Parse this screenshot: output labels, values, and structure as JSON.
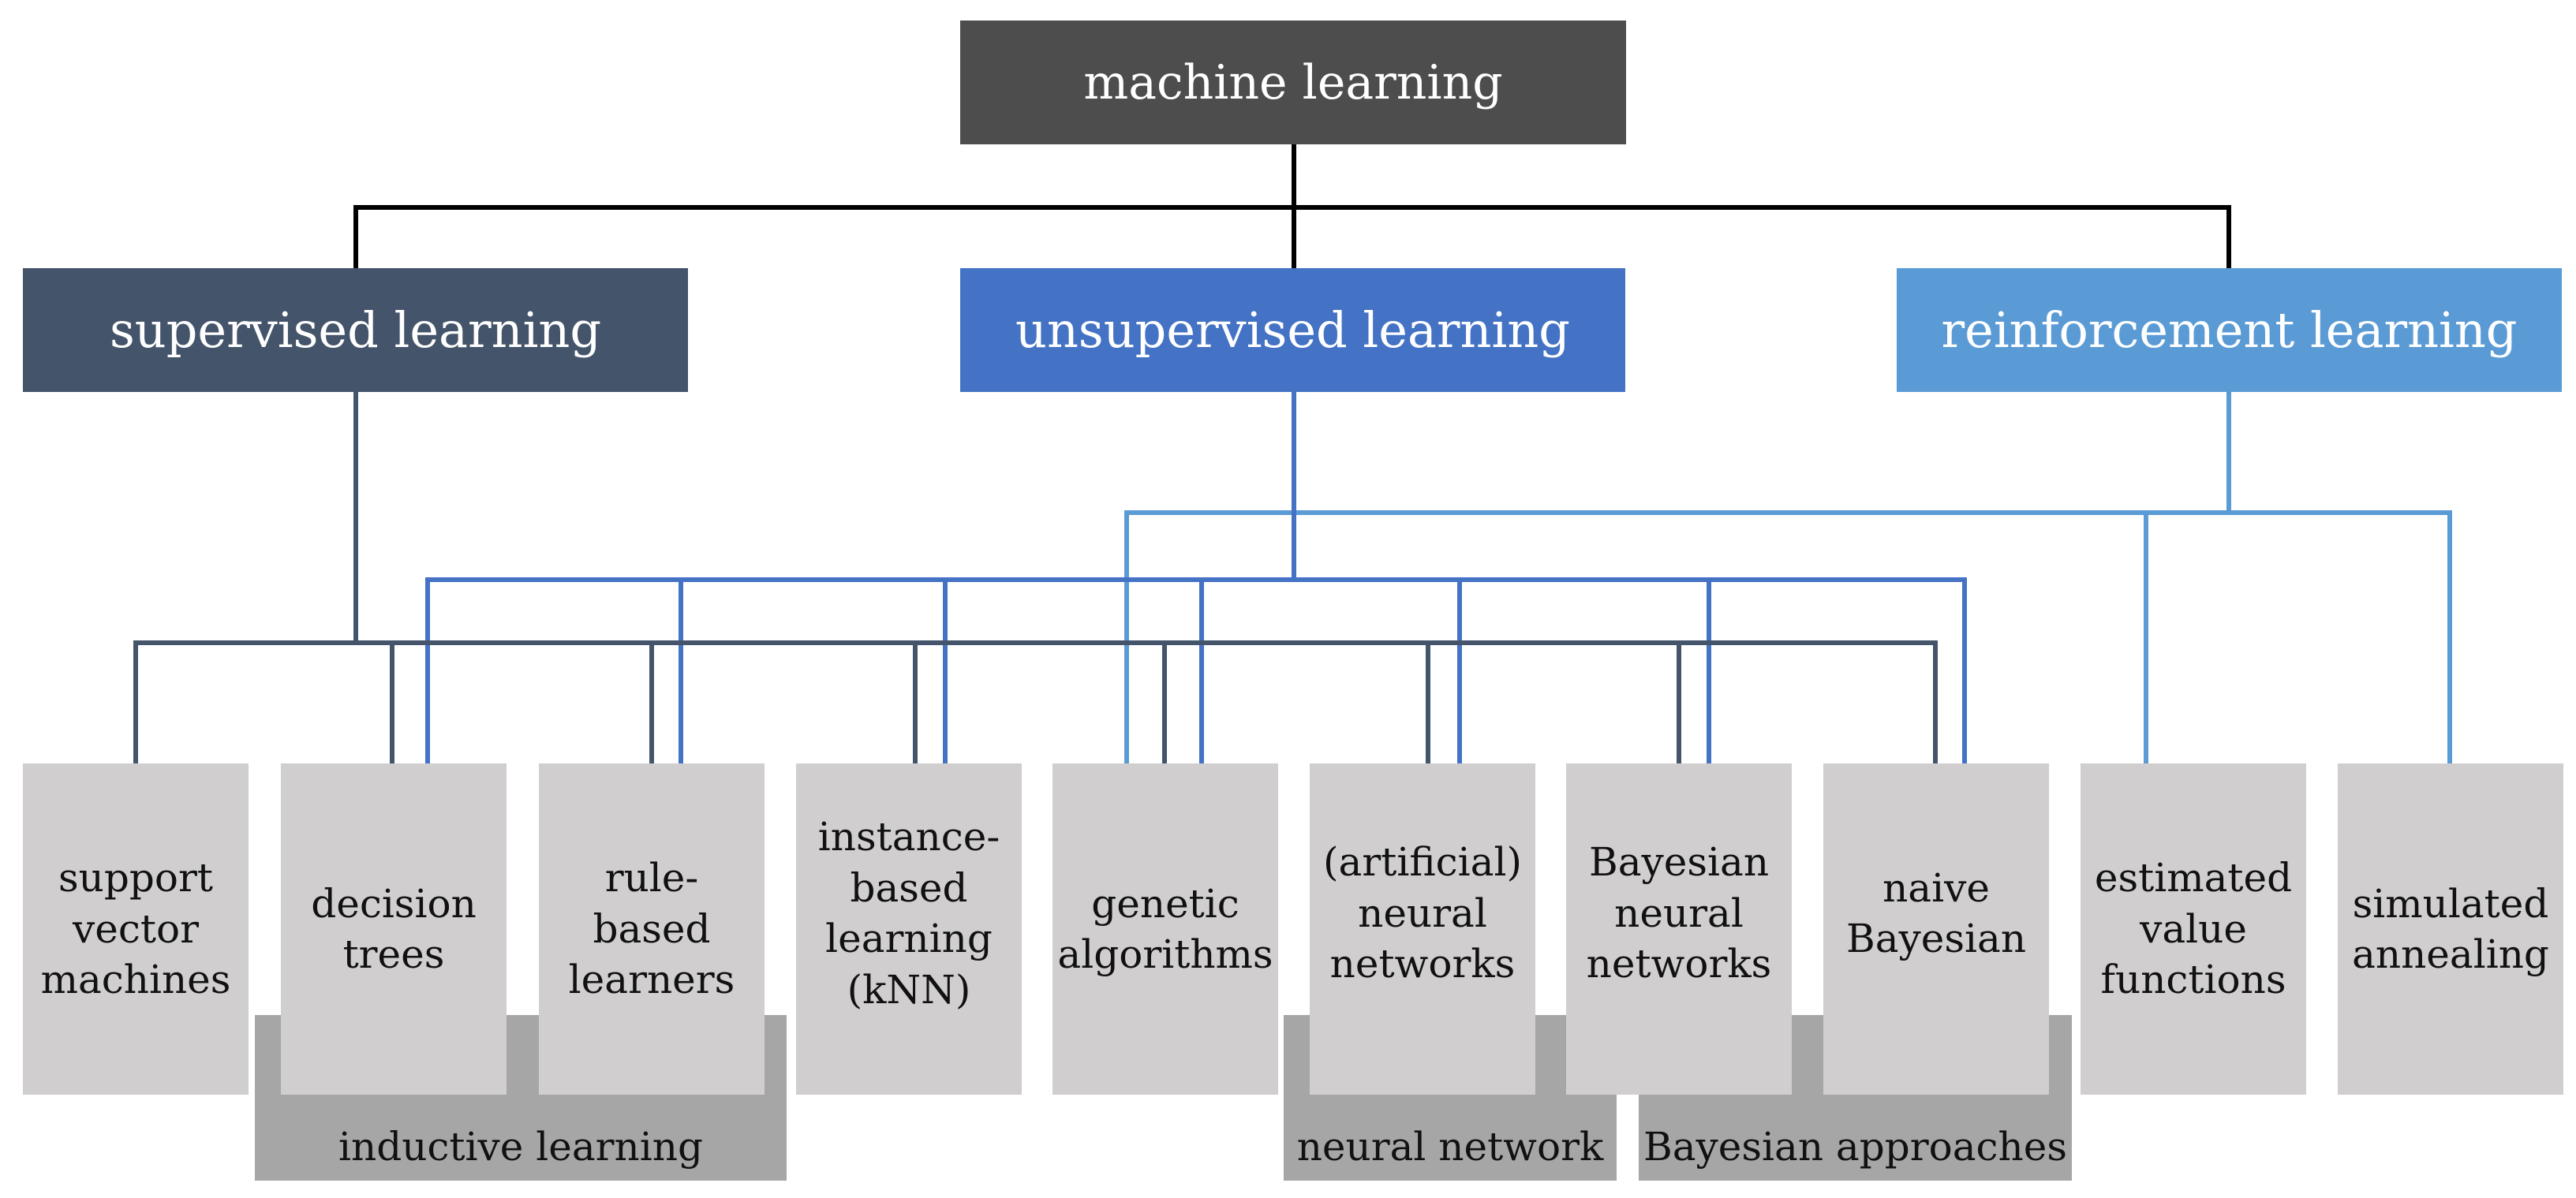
{
  "root": {
    "label": "machine learning"
  },
  "categories": {
    "supervised": "supervised learning",
    "unsupervised": "unsupervised learning",
    "reinforcement": "reinforcement learning"
  },
  "groups": {
    "inductive": "inductive learning",
    "neural": "neural network",
    "bayesian": "Bayesian approaches"
  },
  "leaves": [
    {
      "id": "svm",
      "lines": [
        "support",
        "vector",
        "machines"
      ],
      "categories": [
        "supervised"
      ]
    },
    {
      "id": "dt",
      "lines": [
        "decision",
        "trees"
      ],
      "categories": [
        "supervised",
        "unsupervised"
      ]
    },
    {
      "id": "rbl",
      "lines": [
        "rule-",
        "based",
        "learners"
      ],
      "categories": [
        "supervised",
        "unsupervised"
      ]
    },
    {
      "id": "ibl",
      "lines": [
        "instance-",
        "based",
        "learning",
        "(kNN)"
      ],
      "categories": [
        "supervised",
        "unsupervised"
      ]
    },
    {
      "id": "ga",
      "lines": [
        "genetic",
        "algorithms"
      ],
      "categories": [
        "reinforcement",
        "supervised",
        "unsupervised"
      ]
    },
    {
      "id": "ann",
      "lines": [
        "(artificial)",
        "neural",
        "networks"
      ],
      "categories": [
        "supervised",
        "unsupervised"
      ]
    },
    {
      "id": "bnn",
      "lines": [
        "Bayesian",
        "neural",
        "networks"
      ],
      "categories": [
        "supervised",
        "unsupervised"
      ]
    },
    {
      "id": "nb",
      "lines": [
        "naive",
        "Bayesian"
      ],
      "categories": [
        "supervised",
        "unsupervised"
      ]
    },
    {
      "id": "evf",
      "lines": [
        "estimated",
        "value",
        "functions"
      ],
      "categories": [
        "reinforcement"
      ]
    },
    {
      "id": "sa",
      "lines": [
        "simulated",
        "annealing"
      ],
      "categories": [
        "reinforcement"
      ]
    }
  ],
  "colors": {
    "root": "#4d4d4d",
    "supervised": "#44546a",
    "unsupervised": "#4472c4",
    "reinforcement": "#5b9bd5",
    "group": "#a6a6a6",
    "leaf": "#d0cece",
    "root_connector": "#000000"
  }
}
